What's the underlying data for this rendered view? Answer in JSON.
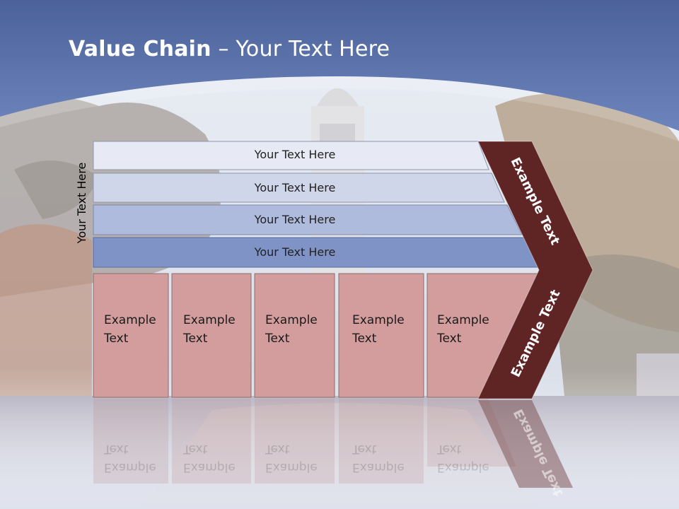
{
  "slide": {
    "title_bold": "Value Chain",
    "title_rest": " – Your Text Here",
    "side_label": "Your Text Here"
  },
  "support_bars": [
    {
      "label": "Your Text Here",
      "color": "#e7eaf4"
    },
    {
      "label": "Your Text Here",
      "color": "#cfd6ea"
    },
    {
      "label": "Your Text Here",
      "color": "#aebbdc"
    },
    {
      "label": "Your Text Here",
      "color": "#7f93c6"
    }
  ],
  "primary_boxes": [
    {
      "line1": "Example",
      "line2": "Text"
    },
    {
      "line1": "Example",
      "line2": "Text"
    },
    {
      "line1": "Example",
      "line2": "Text"
    },
    {
      "line1": "Example",
      "line2": "Text"
    },
    {
      "line1": "Example",
      "line2": "Text"
    }
  ],
  "arrow": {
    "top_label": "Example Text",
    "bottom_label": "Example Text",
    "color": "#5f2525"
  },
  "colors": {
    "header_blue": "#5b72aa",
    "box_fill": "#d49d9d",
    "box_border": "#8f6d6d"
  }
}
